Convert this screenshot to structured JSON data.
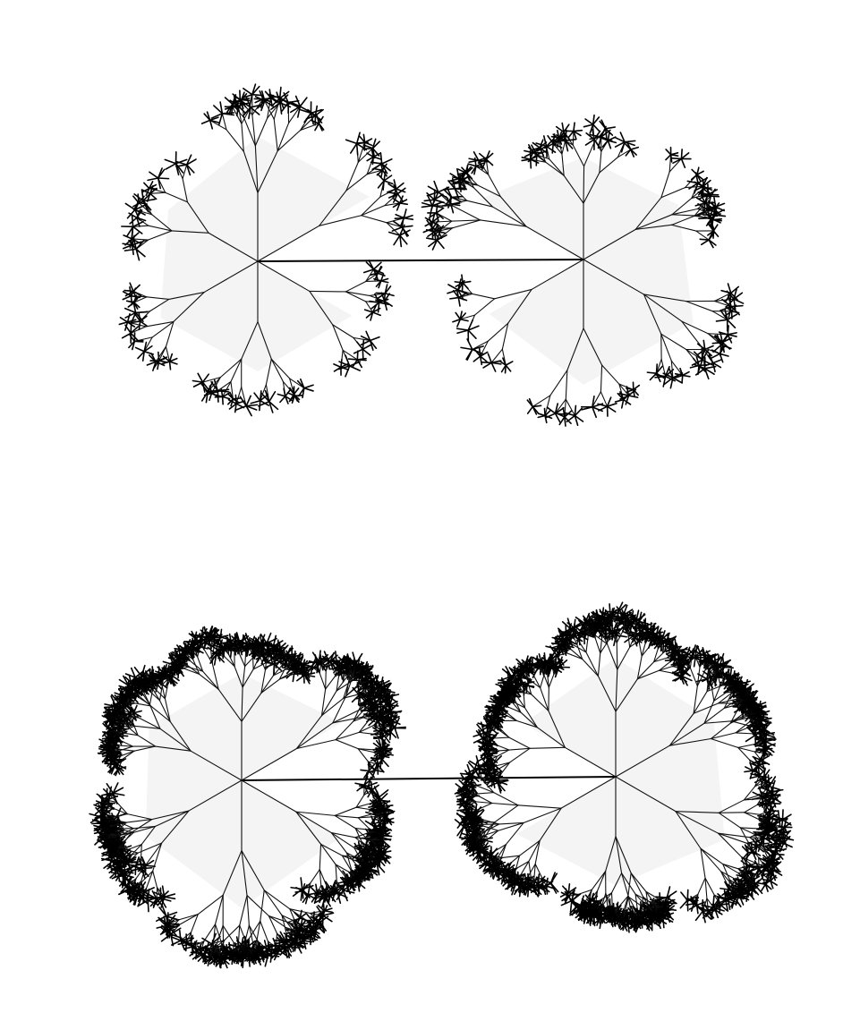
{
  "figure": {
    "panels": [
      {
        "id": "top",
        "style": "sparse",
        "seed": 11
      },
      {
        "id": "bottom",
        "style": "dense",
        "seed": 37
      }
    ],
    "colors": {
      "background": "#ffffff",
      "line": "#000000",
      "fill": "#f4f4f4"
    }
  }
}
